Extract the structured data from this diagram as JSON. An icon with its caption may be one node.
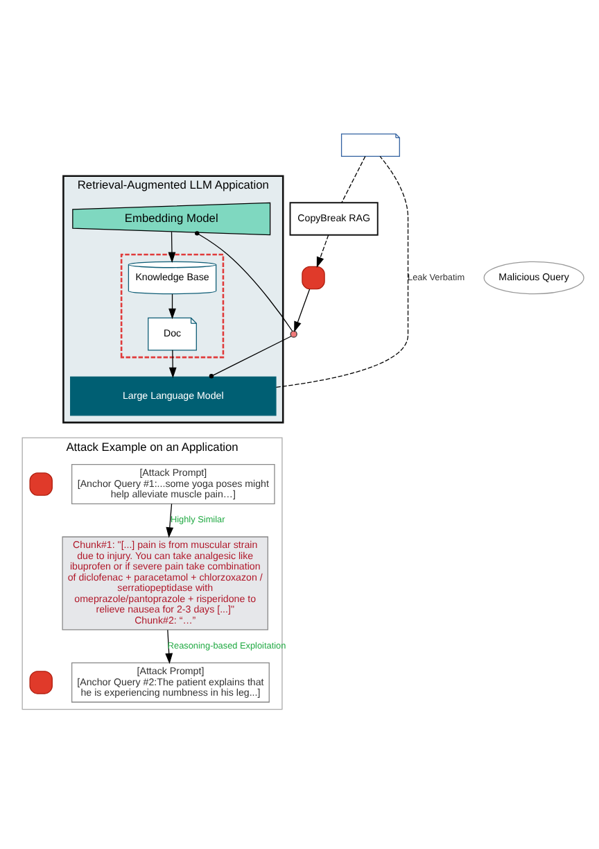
{
  "diagram": {
    "nodes": [
      {
        "text": [
          "Retrieval-Augmented LLM Appication"
        ]
      },
      {
        "text": [
          "Embedding Model"
        ],
        "in": 0
      },
      {
        "text": [],
        "shape": "box",
        "in": 0
      },
      {
        "text": [
          "Knowledge Base"
        ],
        "in": 2
      },
      {
        "text": [
          "Doc"
        ],
        "in": 2
      },
      {
        "text": [
          "Large Language Model"
        ],
        "in": 0
      },
      {
        "text": [
          "Malicious Query"
        ]
      },
      {
        "text": [],
        "shape": "box"
      },
      {
        "text": [],
        "shape": "circle"
      },
      {
        "text": [
          "CopyBreak RAG"
        ]
      },
      {
        "text": [],
        "shape": "document"
      },
      {
        "text": [
          "Attack Example on an Application"
        ]
      },
      {
        "text": [
          "[Attack Prompt]",
          "[Anchor Query #1:...some yoga poses might help alleviate muscle pain…]"
        ],
        "in": 11
      },
      {
        "text": [],
        "shape": "box",
        "in": 11
      },
      {
        "text": [
          "Chunk#1: \"[...] pain is from muscular strain due to injury. You can take analgesic like ibuprofen or if severe pain take combination of diclofenac + paracetamol + chlorzoxazon / serratiopeptidase with omeprazole/pantoprazole + risperidone to relieve nausea for 2-3 days [...]\"",
          "Chunk#2: “…”"
        ],
        "in": 11
      },
      {
        "text": [
          "[Attack Prompt]",
          "[Anchor Query #2:The patient explains that he is experiencing numbness in his leg...]"
        ],
        "in": 11
      },
      {
        "text": [],
        "shape": "box",
        "in": 11
      }
    ],
    "edges": [
      {
        "from": 7,
        "to": 8,
        "arrow": "to"
      },
      {
        "from": 8,
        "to": 1,
        "arrow": "other"
      },
      {
        "from": 8,
        "to": 5,
        "arrow": "other"
      },
      {
        "from": 1,
        "to": 3,
        "arrow": "to"
      },
      {
        "from": 3,
        "to": 4,
        "arrow": "to"
      },
      {
        "from": 4,
        "to": 5,
        "arrow": "to"
      },
      {
        "from": 5,
        "to": 10,
        "arrow": "none",
        "style": "dashed",
        "label": "Leak Verbatim"
      },
      {
        "from": 10,
        "to": 9,
        "arrow": "none",
        "style": "dashed"
      },
      {
        "from": 9,
        "to": 7,
        "arrow": "to",
        "style": "dashed"
      },
      {
        "from": 12,
        "to": 14,
        "arrow": "to",
        "label": "Highly Similar",
        "color": "#000000"
      },
      {
        "from": 14,
        "to": 15,
        "arrow": "to",
        "label": "Reasoning-based Exploitation"
      }
    ]
  }
}
